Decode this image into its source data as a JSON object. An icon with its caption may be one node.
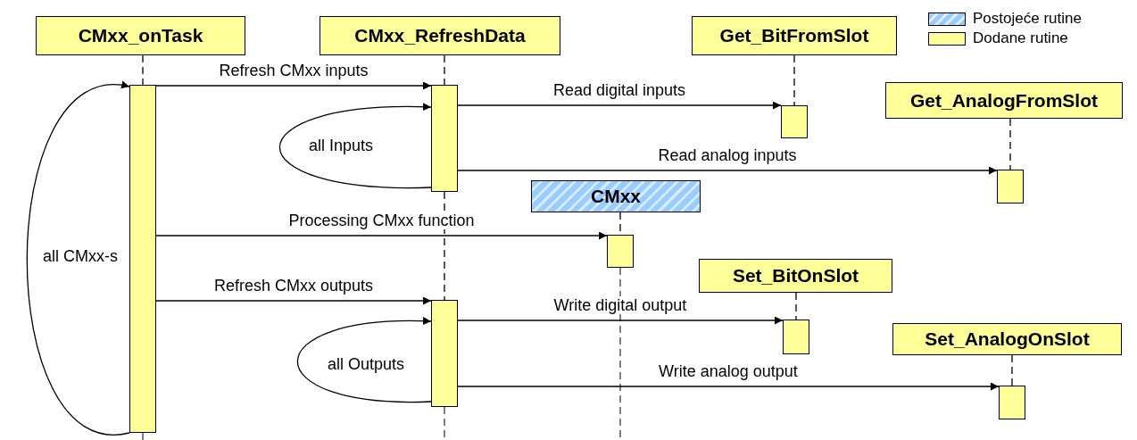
{
  "diagram": {
    "nodes": [
      {
        "text": [
          "CMxx_onTask"
        ]
      },
      {
        "text": [
          "CMxx_RefreshData"
        ]
      },
      {
        "text": [
          "Get_BitFromSlot"
        ]
      },
      {
        "text": [
          "Get_AnalogFromSlot"
        ]
      },
      {
        "text": [
          "CMxx"
        ]
      },
      {
        "text": [
          "Set_BitOnSlot"
        ]
      },
      {
        "text": [
          "Set_AnalogOnSlot"
        ]
      },
      {
        "text": [],
        "shape": "bar"
      },
      {
        "text": [],
        "shape": "bar"
      },
      {
        "text": [],
        "shape": "bar"
      },
      {
        "text": [],
        "shape": "bar"
      },
      {
        "text": [],
        "shape": "bar"
      },
      {
        "text": [],
        "shape": "bar"
      },
      {
        "text": [],
        "shape": "bar"
      },
      {
        "text": [],
        "shape": "bar"
      }
    ],
    "edges": [
      {
        "from": 0,
        "to": 7,
        "arrow": "none",
        "style": "dashed"
      },
      {
        "from": 1,
        "to": 8,
        "arrow": "none",
        "style": "dashed"
      },
      {
        "from": 8,
        "to": 12,
        "arrow": "none",
        "style": "dashed"
      },
      {
        "from": 2,
        "to": 9,
        "arrow": "none",
        "style": "dashed"
      },
      {
        "from": 3,
        "to": 10,
        "arrow": "none",
        "style": "dashed"
      },
      {
        "from": 4,
        "to": 11,
        "arrow": "none",
        "style": "dashed"
      },
      {
        "from": 5,
        "to": 13,
        "arrow": "none",
        "style": "dashed"
      },
      {
        "from": 6,
        "to": 14,
        "arrow": "none",
        "style": "dashed"
      },
      {
        "from": 7,
        "to": 8,
        "arrow": "to",
        "label": "Refresh CMxx inputs"
      },
      {
        "from": 8,
        "to": 9,
        "arrow": "to",
        "label": "Read digital inputs"
      },
      {
        "from": 8,
        "to": 8,
        "arrow": "to",
        "label": "all Inputs"
      },
      {
        "from": 8,
        "to": 10,
        "arrow": "to",
        "label": "Read analog inputs"
      },
      {
        "from": 7,
        "to": 11,
        "arrow": "to",
        "label": "Processing CMxx function"
      },
      {
        "from": 7,
        "to": 7,
        "arrow": "to",
        "label": "all CMxx-s"
      },
      {
        "from": 7,
        "to": 12,
        "arrow": "to",
        "label": "Refresh CMxx outputs"
      },
      {
        "from": 12,
        "to": 13,
        "arrow": "to",
        "label": "Write digital output"
      },
      {
        "from": 12,
        "to": 12,
        "arrow": "to",
        "label": "all Outputs"
      },
      {
        "from": 12,
        "to": 14,
        "arrow": "to",
        "label": "Write analog output"
      }
    ],
    "legend": [
      {
        "text": "Postojeće rutine",
        "color": "#99ccff"
      },
      {
        "text": "Dodane rutine",
        "color": "#ffff99"
      }
    ]
  }
}
